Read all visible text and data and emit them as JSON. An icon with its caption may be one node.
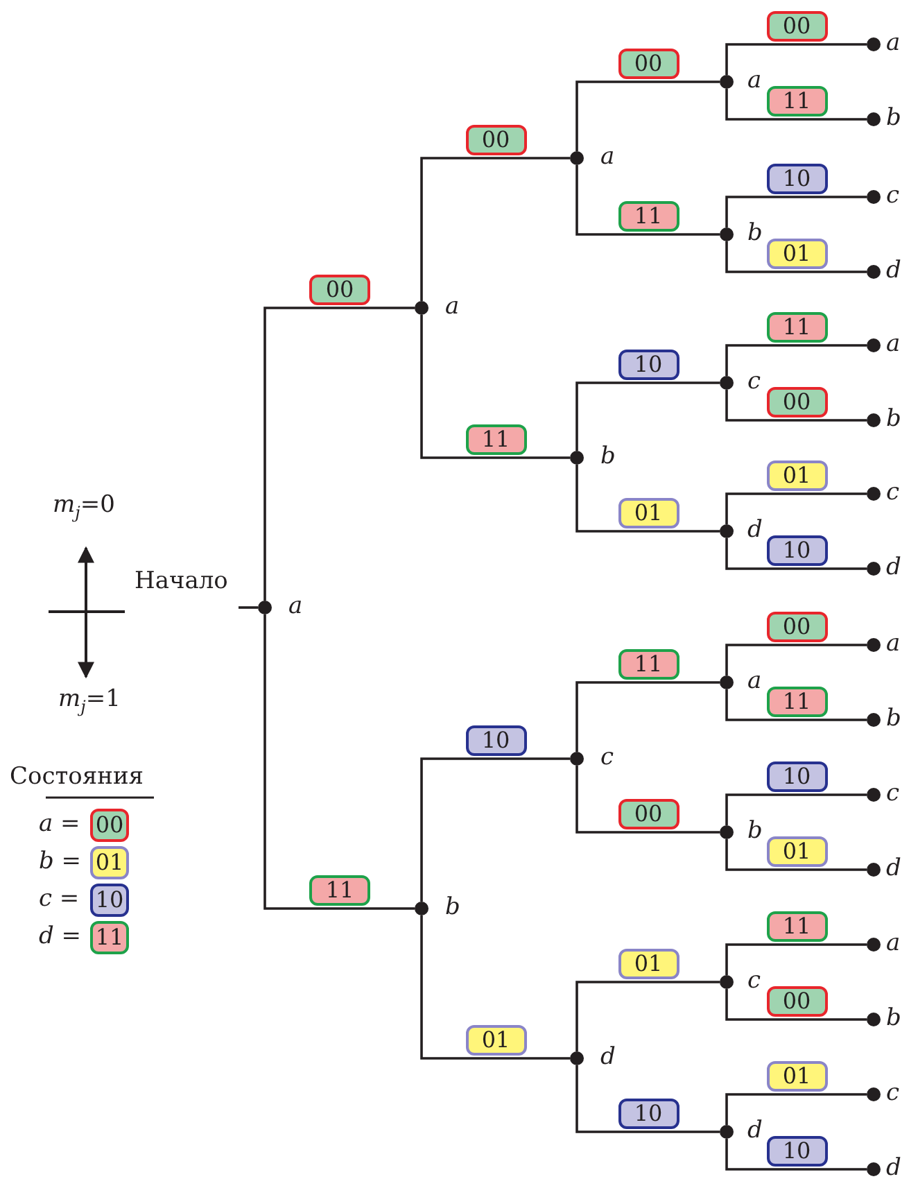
{
  "diagram": {
    "nodes": [
      {
        "text": [
          "Начало"
        ]
      },
      {
        "text": [],
        "shape": "circle",
        "beside": [
          "a"
        ]
      },
      {
        "text": [],
        "shape": "circle",
        "beside": [
          "a"
        ]
      },
      {
        "text": [],
        "shape": "circle",
        "beside": [
          "b"
        ]
      },
      {
        "text": [],
        "shape": "circle",
        "beside": [
          "a"
        ]
      },
      {
        "text": [],
        "shape": "circle",
        "beside": [
          "b"
        ]
      },
      {
        "text": [],
        "shape": "circle",
        "beside": [
          "c"
        ]
      },
      {
        "text": [],
        "shape": "circle",
        "beside": [
          "d"
        ]
      },
      {
        "text": [],
        "shape": "circle",
        "beside": [
          "a"
        ]
      },
      {
        "text": [],
        "shape": "circle",
        "beside": [
          "b"
        ]
      },
      {
        "text": [],
        "shape": "circle",
        "beside": [
          "c"
        ]
      },
      {
        "text": [],
        "shape": "circle",
        "beside": [
          "d"
        ]
      },
      {
        "text": [],
        "shape": "circle",
        "beside": [
          "a"
        ]
      },
      {
        "text": [],
        "shape": "circle",
        "beside": [
          "b"
        ]
      },
      {
        "text": [],
        "shape": "circle",
        "beside": [
          "c"
        ]
      },
      {
        "text": [],
        "shape": "circle",
        "beside": [
          "d"
        ]
      },
      {
        "text": [],
        "shape": "circle",
        "beside": [
          "a"
        ]
      },
      {
        "text": [],
        "shape": "circle",
        "beside": [
          "b"
        ]
      },
      {
        "text": [],
        "shape": "circle",
        "beside": [
          "c"
        ]
      },
      {
        "text": [],
        "shape": "circle",
        "beside": [
          "d"
        ]
      },
      {
        "text": [],
        "shape": "circle",
        "beside": [
          "a"
        ]
      },
      {
        "text": [],
        "shape": "circle",
        "beside": [
          "b"
        ]
      },
      {
        "text": [],
        "shape": "circle",
        "beside": [
          "c"
        ]
      },
      {
        "text": [],
        "shape": "circle",
        "beside": [
          "d"
        ]
      },
      {
        "text": [],
        "shape": "circle",
        "beside": [
          "a"
        ]
      },
      {
        "text": [],
        "shape": "circle",
        "beside": [
          "b"
        ]
      },
      {
        "text": [],
        "shape": "circle",
        "beside": [
          "c"
        ]
      },
      {
        "text": [],
        "shape": "circle",
        "beside": [
          "d"
        ]
      },
      {
        "text": [],
        "shape": "circle",
        "beside": [
          "a"
        ]
      },
      {
        "text": [],
        "shape": "circle",
        "beside": [
          "b"
        ]
      },
      {
        "text": [],
        "shape": "circle",
        "beside": [
          "c"
        ]
      },
      {
        "text": [],
        "shape": "circle",
        "beside": [
          "d"
        ]
      }
    ],
    "edges": [
      {
        "from": 0,
        "to": 1,
        "arrow": "none"
      },
      {
        "from": 1,
        "to": 2,
        "arrow": "none",
        "label": "00"
      },
      {
        "from": 1,
        "to": 3,
        "arrow": "none",
        "label": "11"
      },
      {
        "from": 2,
        "to": 4,
        "arrow": "none",
        "label": "00"
      },
      {
        "from": 2,
        "to": 5,
        "arrow": "none",
        "label": "11"
      },
      {
        "from": 3,
        "to": 6,
        "arrow": "none",
        "label": "10"
      },
      {
        "from": 3,
        "to": 7,
        "arrow": "none",
        "label": "01"
      },
      {
        "from": 4,
        "to": 8,
        "arrow": "none",
        "label": "00"
      },
      {
        "from": 4,
        "to": 9,
        "arrow": "none",
        "label": "11"
      },
      {
        "from": 5,
        "to": 10,
        "arrow": "none",
        "label": "10"
      },
      {
        "from": 5,
        "to": 11,
        "arrow": "none",
        "label": "01"
      },
      {
        "from": 6,
        "to": 12,
        "arrow": "none",
        "label": "11"
      },
      {
        "from": 6,
        "to": 13,
        "arrow": "none",
        "label": "00"
      },
      {
        "from": 7,
        "to": 14,
        "arrow": "none",
        "label": "01"
      },
      {
        "from": 7,
        "to": 15,
        "arrow": "none",
        "label": "10"
      },
      {
        "from": 8,
        "to": 16,
        "arrow": "none",
        "label": "00"
      },
      {
        "from": 8,
        "to": 17,
        "arrow": "none",
        "label": "11"
      },
      {
        "from": 9,
        "to": 18,
        "arrow": "none",
        "label": "10"
      },
      {
        "from": 9,
        "to": 19,
        "arrow": "none",
        "label": "01"
      },
      {
        "from": 10,
        "to": 20,
        "arrow": "none",
        "label": "11"
      },
      {
        "from": 10,
        "to": 21,
        "arrow": "none",
        "label": "00"
      },
      {
        "from": 11,
        "to": 22,
        "arrow": "none",
        "label": "01"
      },
      {
        "from": 11,
        "to": 23,
        "arrow": "none",
        "label": "10"
      },
      {
        "from": 12,
        "to": 24,
        "arrow": "none",
        "label": "00"
      },
      {
        "from": 12,
        "to": 25,
        "arrow": "none",
        "label": "11"
      },
      {
        "from": 13,
        "to": 26,
        "arrow": "none",
        "label": "10"
      },
      {
        "from": 13,
        "to": 27,
        "arrow": "none",
        "label": "01"
      },
      {
        "from": 14,
        "to": 28,
        "arrow": "none",
        "label": "11"
      },
      {
        "from": 14,
        "to": 29,
        "arrow": "none",
        "label": "00"
      },
      {
        "from": 15,
        "to": 30,
        "arrow": "none",
        "label": "01"
      },
      {
        "from": 15,
        "to": 31,
        "arrow": "none",
        "label": "10"
      }
    ],
    "labels": [
      "*m*$_{j}$=0",
      "*m*$_{j}$=1",
      "Состояния"
    ],
    "legend": [
      {
        "text": "*a* = 00"
      },
      {
        "text": "*b* = 01"
      },
      {
        "text": "*c* = 10"
      },
      {
        "text": "*d* = 11"
      }
    ]
  }
}
